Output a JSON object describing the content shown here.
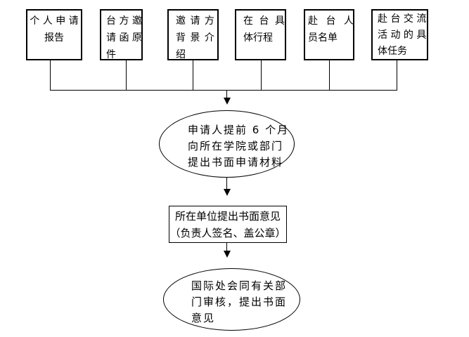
{
  "colors": {
    "background": "#ffffff",
    "stroke": "#000000",
    "text": "#000000"
  },
  "top_boxes": [
    {
      "label": "个 人 申 请\n报告"
    },
    {
      "label": "台 方 邀\n请 函 原\n件"
    },
    {
      "label": "邀 请 方\n背 景 介\n绍"
    },
    {
      "label": "在 台 具\n体行程"
    },
    {
      "label": "赴 台 人\n员名单"
    },
    {
      "label": "赴 台 交 流\n活 动 的 具\n体任务"
    }
  ],
  "steps": {
    "step1": {
      "shape": "ellipse",
      "text": "申请人提前 6 个月\n向所在学院或部门\n提出书面申请材料"
    },
    "step2": {
      "shape": "rect",
      "text": "所在单位提出书面意见\n（负责人签名、盖公章）"
    },
    "step3": {
      "shape": "ellipse",
      "text": "国际处会同有关部\n门审核，提出书面\n意见"
    }
  }
}
